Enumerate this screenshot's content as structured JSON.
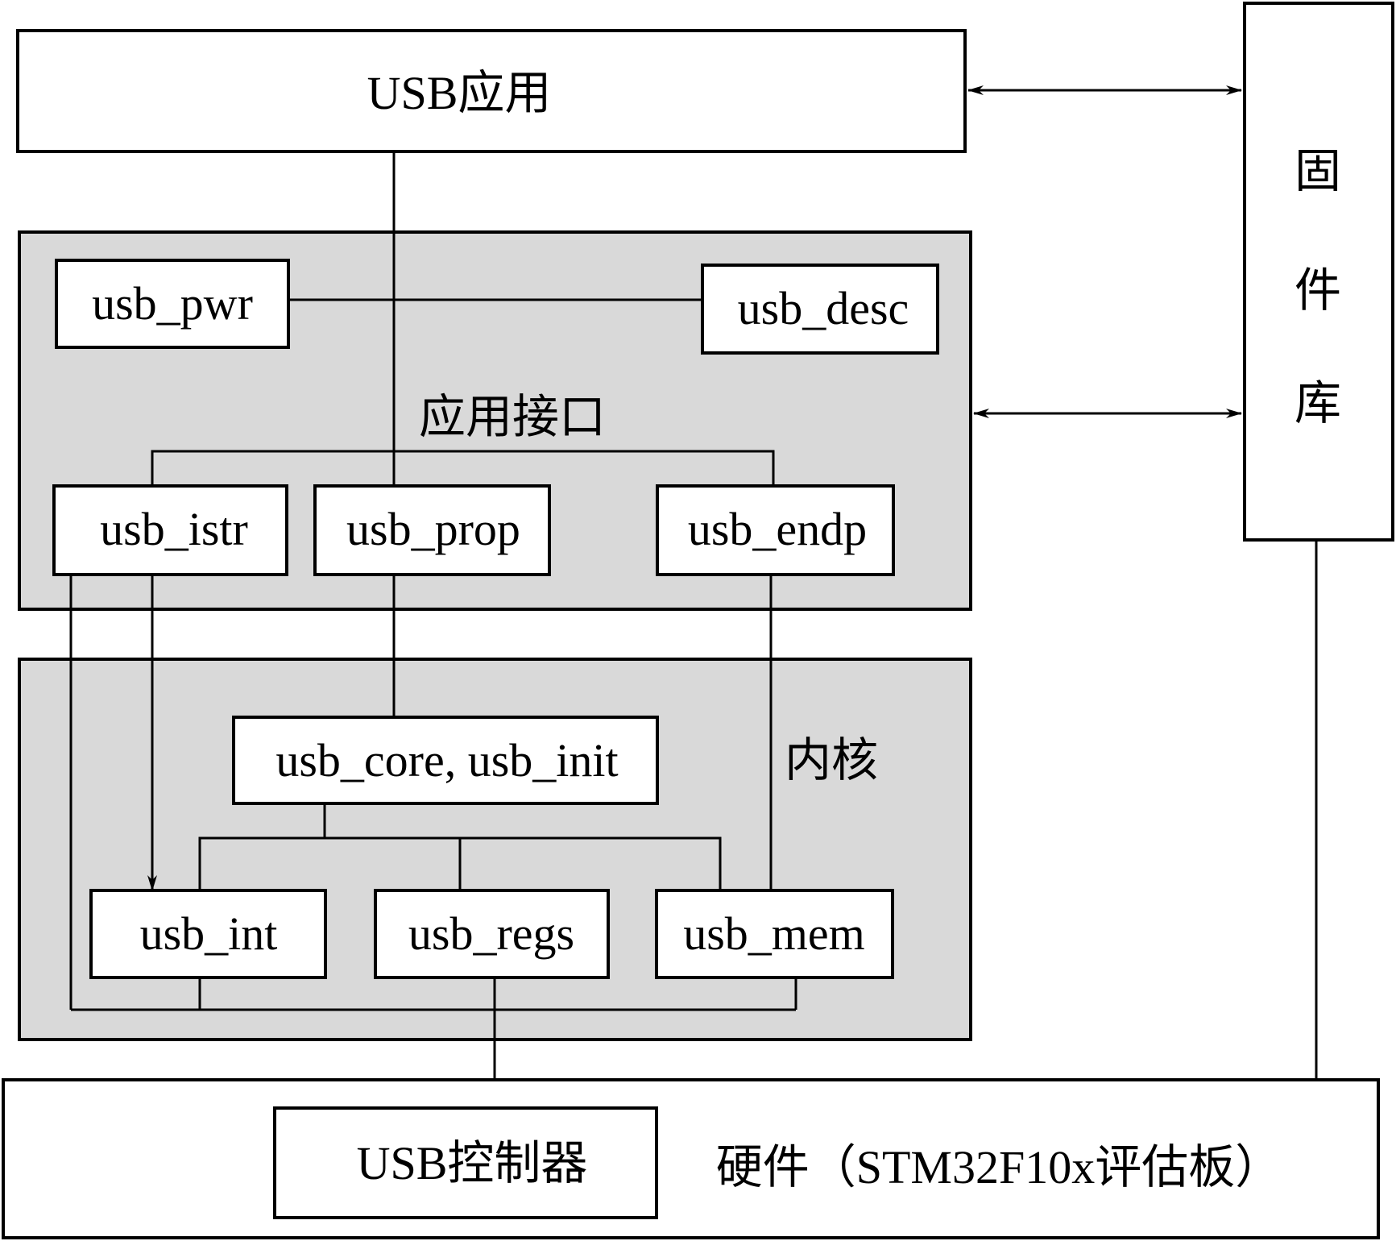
{
  "app": {
    "title": "USB应用",
    "firmware_library": [
      "固",
      "件",
      "库"
    ]
  },
  "app_interface": {
    "label": "应用接口",
    "modules": {
      "pwr": "usb_pwr",
      "desc": "usb_desc",
      "istr": "usb_istr",
      "prop": "usb_prop",
      "endp": "usb_endp"
    }
  },
  "core": {
    "label": "内核",
    "modules": {
      "core_init": "usb_core, usb_init",
      "int": "usb_int",
      "regs": "usb_regs",
      "mem": "usb_mem"
    }
  },
  "hardware": {
    "controller": "USB控制器",
    "label": "硬件（STM32F10x评估板）"
  },
  "colors": {
    "panel_fill": "#d9d9d9",
    "box_fill": "#ffffff",
    "stroke": "#000000"
  }
}
